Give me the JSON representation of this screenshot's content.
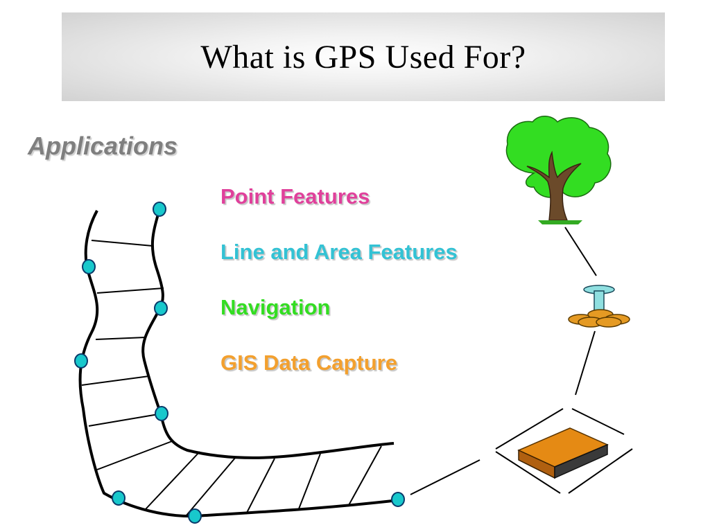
{
  "slide": {
    "title": "What is GPS Used For?",
    "section_label": "Applications"
  },
  "applications": [
    {
      "label": "Point Features",
      "color": "#e0409b"
    },
    {
      "label": "Line and Area Features",
      "color": "#33c2d4"
    },
    {
      "label": "Navigation",
      "color": "#33dd22"
    },
    {
      "label": "GIS Data Capture",
      "color": "#f3a02e"
    }
  ],
  "colors": {
    "gps_point": "#18c8cc",
    "tree_foliage": "#33dd22",
    "tree_trunk": "#6b4a2a",
    "antenna": "#8fdfe0",
    "antenna_base": "#e59a23",
    "receiver": "#e58a14"
  },
  "icons": [
    "road-diagram-icon",
    "tree-icon",
    "gps-antenna-icon",
    "data-logger-icon"
  ]
}
